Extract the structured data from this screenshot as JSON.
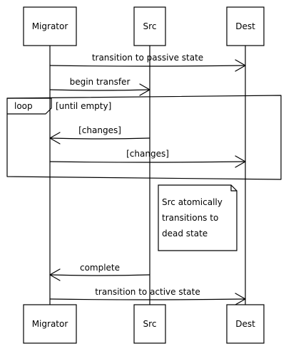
{
  "participants": {
    "migrator": "Migrator",
    "src": "Src",
    "dest": "Dest"
  },
  "messages": {
    "m1": "transition to passive state",
    "m2": "begin transfer",
    "m3": "[changes]",
    "m4": "[changes]",
    "m5": "complete",
    "m6": "transition to active state"
  },
  "loop": {
    "label": "loop",
    "condition": "[until empty]"
  },
  "note": {
    "line1": "Src atomically",
    "line2": "transitions to",
    "line3": "dead state"
  }
}
